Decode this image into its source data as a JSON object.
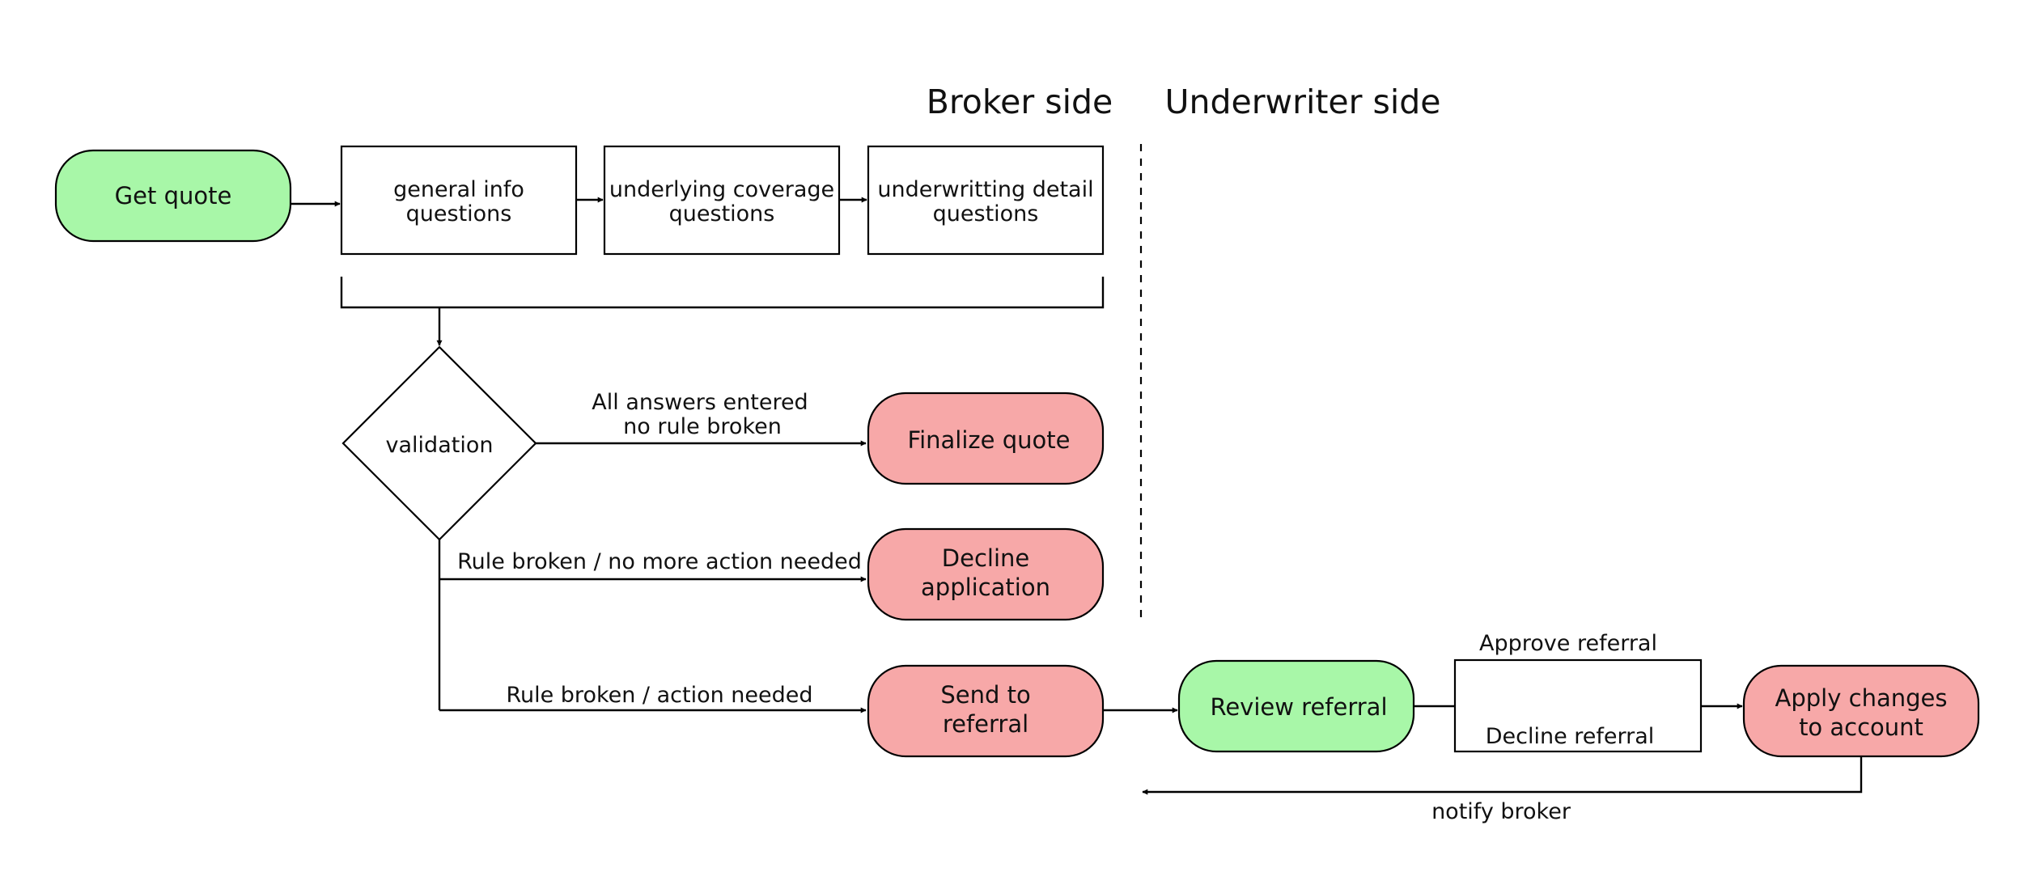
{
  "headers": {
    "broker": "Broker side",
    "underwriter": "Underwriter side"
  },
  "nodes": {
    "get_quote": {
      "label": "Get quote",
      "color": "#a8f7a8"
    },
    "general_info": {
      "line1": "general info",
      "line2": "questions"
    },
    "underlying_coverage": {
      "line1": "underlying coverage",
      "line2": "questions"
    },
    "underwriting_detail": {
      "line1": "underwritting detail",
      "line2": "questions"
    },
    "validation": {
      "label": "validation"
    },
    "finalize_quote": {
      "label": "Finalize quote",
      "color": "#f7a8a8"
    },
    "decline_application": {
      "line1": "Decline",
      "line2": "application",
      "color": "#f7a8a8"
    },
    "send_to_referral": {
      "line1": "Send to",
      "line2": "referral",
      "color": "#f7a8a8"
    },
    "review_referral": {
      "label": "Review referral",
      "color": "#a8f7a8"
    },
    "apply_changes": {
      "line1": "Apply changes",
      "line2": "to account",
      "color": "#f7a8a8"
    }
  },
  "edges": {
    "all_answers": {
      "line1": "All answers entered",
      "line2": "no rule broken"
    },
    "rule_broken_no_action": "Rule broken / no more action needed",
    "rule_broken_action": "Rule broken / action needed",
    "approve_referral": "Approve referral",
    "decline_referral": "Decline referral",
    "notify_broker": "notify broker"
  }
}
